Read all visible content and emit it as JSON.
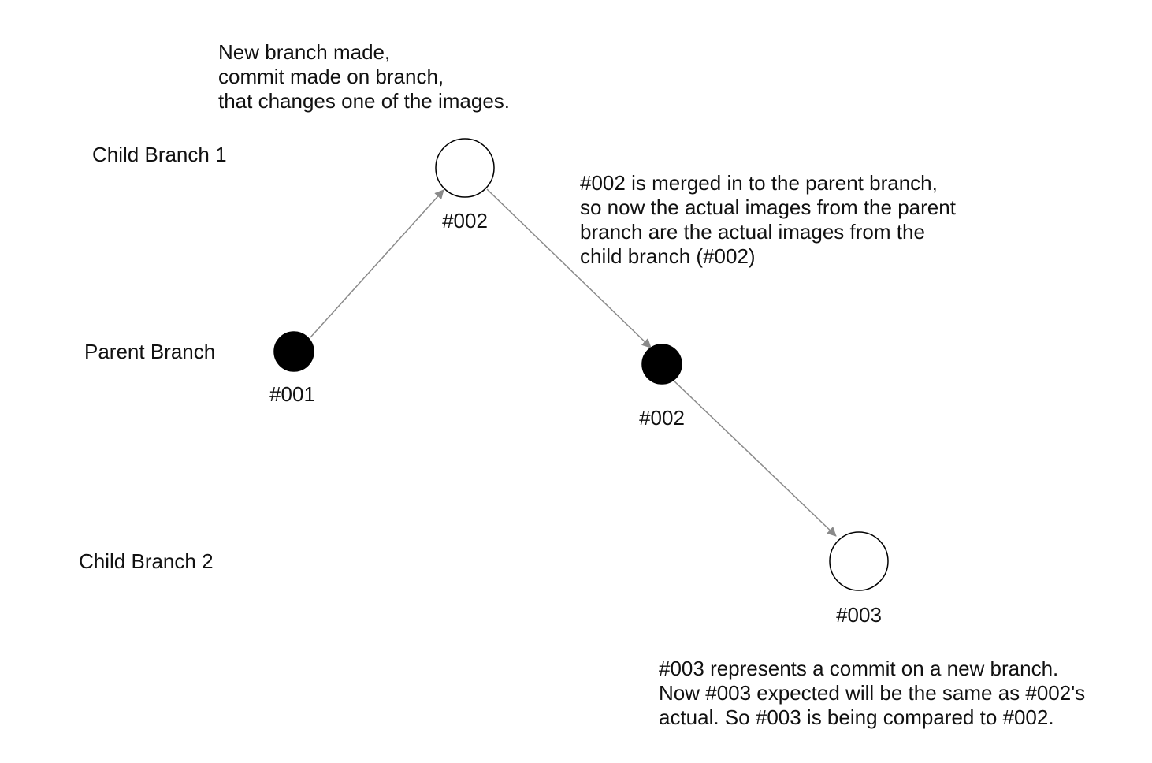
{
  "branches": {
    "child_branch_1": "Child Branch 1",
    "parent_branch": "Parent Branch",
    "child_branch_2": "Child Branch 2"
  },
  "commits": {
    "parent_001": {
      "label": "#001",
      "style": "filled"
    },
    "child1_002": {
      "label": "#002",
      "style": "hollow"
    },
    "parent_002": {
      "label": "#002",
      "style": "filled"
    },
    "child2_003": {
      "label": "#003",
      "style": "hollow"
    }
  },
  "notes": {
    "new_branch": [
      "New branch made,",
      "commit made on branch,",
      "that changes one of the images."
    ],
    "merge": [
      "#002 is merged in to the parent branch,",
      "so now the actual images from the parent",
      "branch are the actual images from the",
      "child branch (#002)"
    ],
    "new_commit": [
      "#003 represents a commit on a new branch.",
      "Now #003 expected will be the same as #002's",
      "actual. So #003 is being compared to #002."
    ]
  },
  "colors": {
    "text": "#111111",
    "node_fill": "#000000",
    "node_stroke": "#000000",
    "hollow_fill": "#ffffff",
    "arrow": "#8a8a8a"
  }
}
